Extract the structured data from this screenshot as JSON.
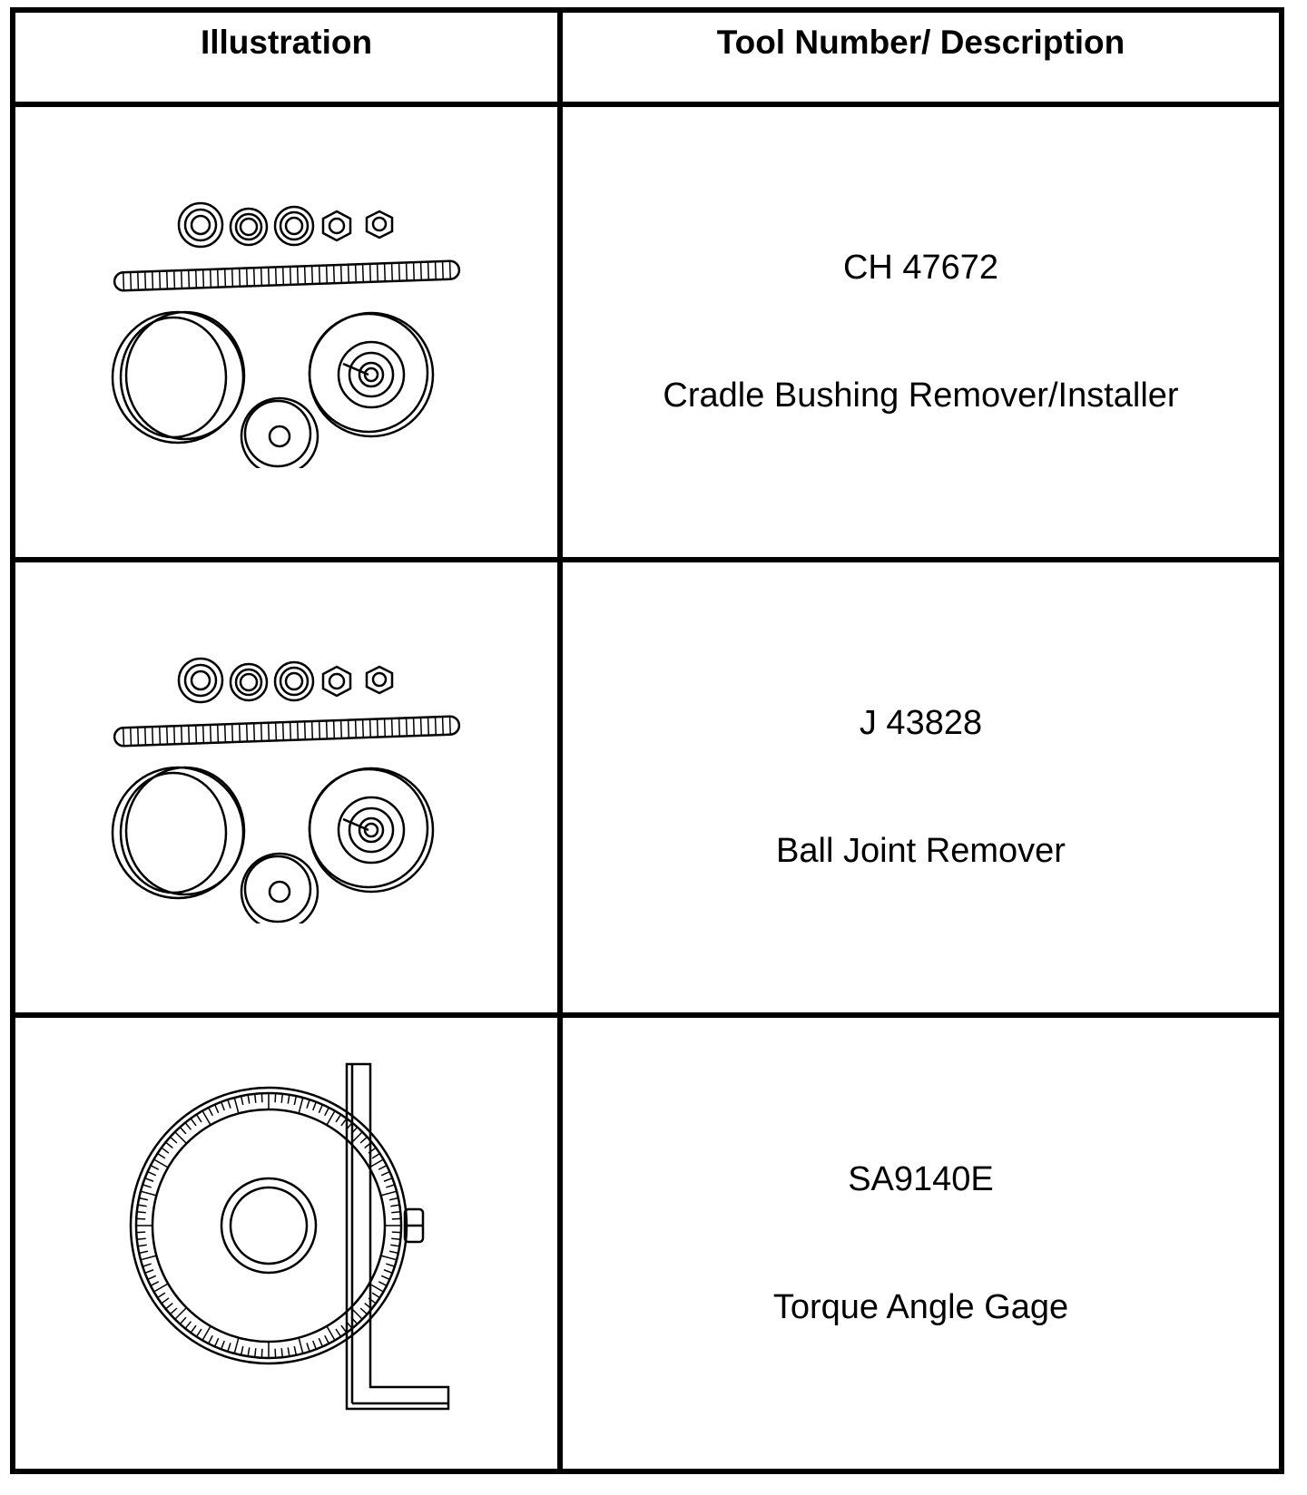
{
  "table": {
    "headers": {
      "illustration": "Illustration",
      "description": "Tool Number/ Description"
    },
    "rows": [
      {
        "tool_number": "CH 47672",
        "description": "Cradle Bushing Remover/Installer",
        "illustration_icon": "bushing-tool-kit-icon"
      },
      {
        "tool_number": "J 43828",
        "description": "Ball Joint Remover",
        "illustration_icon": "ball-joint-remover-kit-icon"
      },
      {
        "tool_number": "SA9140E",
        "description": "Torque Angle Gage",
        "illustration_icon": "torque-angle-gage-icon"
      }
    ]
  }
}
